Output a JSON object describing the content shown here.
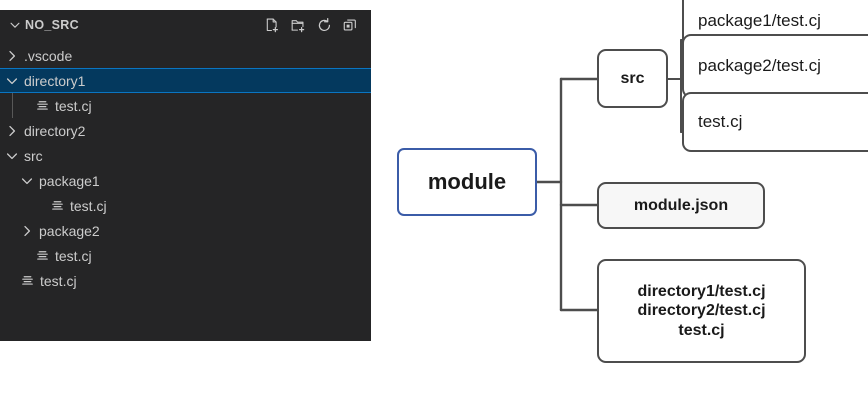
{
  "explorer": {
    "title": "NO_SRC",
    "header_chevron_icon": "chevron-down-icon",
    "actions": [
      {
        "name": "new-file-icon",
        "label": "New File"
      },
      {
        "name": "new-folder-icon",
        "label": "New Folder"
      },
      {
        "name": "refresh-icon",
        "label": "Refresh Explorer"
      },
      {
        "name": "collapse-all-icon",
        "label": "Collapse Folders in Explorer"
      }
    ],
    "tree": [
      {
        "label": ".vscode",
        "kind": "folder",
        "state": "collapsed",
        "depth": 1,
        "selected": false
      },
      {
        "label": "directory1",
        "kind": "folder",
        "state": "expanded",
        "depth": 1,
        "selected": true
      },
      {
        "label": "test.cj",
        "kind": "file",
        "state": "none",
        "depth": 2,
        "selected": false
      },
      {
        "label": "directory2",
        "kind": "folder",
        "state": "collapsed",
        "depth": 1,
        "selected": false
      },
      {
        "label": "src",
        "kind": "folder",
        "state": "expanded",
        "depth": 1,
        "selected": false
      },
      {
        "label": "package1",
        "kind": "folder",
        "state": "expanded",
        "depth": 2,
        "selected": false
      },
      {
        "label": "test.cj",
        "kind": "file",
        "state": "none",
        "depth": 3,
        "selected": false
      },
      {
        "label": "package2",
        "kind": "folder",
        "state": "collapsed",
        "depth": 2,
        "selected": false
      },
      {
        "label": "test.cj",
        "kind": "file",
        "state": "none",
        "depth": 2,
        "selected": false
      },
      {
        "label": "test.cj",
        "kind": "file",
        "state": "none",
        "depth": 1,
        "selected": false
      }
    ]
  },
  "diagram": {
    "root": {
      "label": "module",
      "border_color": "#3b5ca8"
    },
    "src": {
      "label": "src"
    },
    "src_children": [
      {
        "label": "package1/test.cj"
      },
      {
        "label": "package2/test.cj"
      },
      {
        "label": "test.cj"
      }
    ],
    "module_json": {
      "label": "module.json"
    },
    "root_files": {
      "line1": "directory1/test.cj",
      "line2": "directory2/test.cj",
      "line3": "test.cj"
    },
    "connector_color": "#4d4d4d"
  },
  "colors": {
    "panel_bg": "#252526",
    "selection_bg": "#04395e",
    "selection_border": "#0a75c2",
    "text": "#cccccc",
    "accent_blue": "#3b5ca8"
  }
}
